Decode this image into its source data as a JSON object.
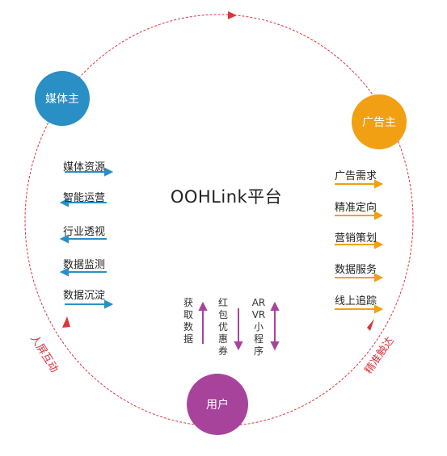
{
  "title": "OOHLink平台",
  "nodes": {
    "media": {
      "label": "媒体主",
      "color": "#2a8fc4"
    },
    "advertiser": {
      "label": "广告主",
      "color": "#f0a012"
    },
    "user": {
      "label": "用户",
      "color": "#a8439c"
    }
  },
  "media_services": [
    "媒体资源",
    "智能运营",
    "行业透视",
    "数据监测",
    "数据沉淀"
  ],
  "advertiser_services": [
    "广告需求",
    "精准定向",
    "营销策划",
    "数据服务",
    "线上追踪"
  ],
  "user_features": [
    "获取数据",
    "红包优惠券",
    "AR VR 小程序"
  ],
  "cycle_labels": {
    "left": "人屏互动",
    "right": "精准触达"
  },
  "colors": {
    "cycle": "#d9363e",
    "media_arrow": "#2a8fc4",
    "advertiser_arrow": "#f0a012",
    "user_arrow": "#a8439c"
  }
}
